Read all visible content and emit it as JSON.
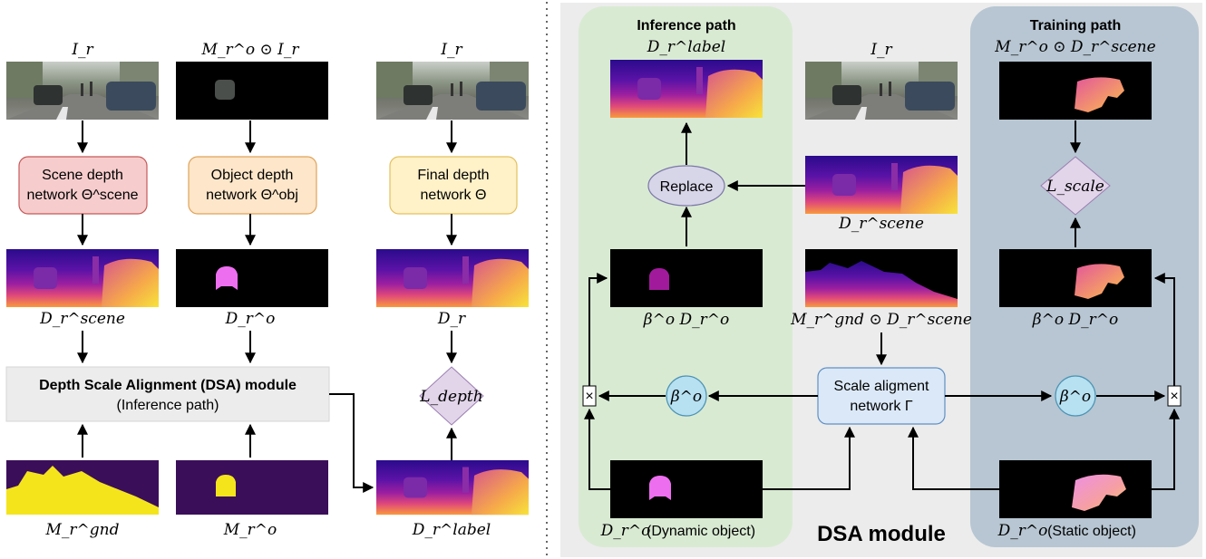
{
  "colors": {
    "scene_box": "#f6cccc",
    "obj_box": "#fde6c9",
    "final_box": "#fff1c8",
    "dsa_box_left": "#ececec",
    "loss_box": "#e2d5ea",
    "replace_box": "#d7d5e8",
    "beta_circle": "#b7e0f1",
    "scale_net_box": "#dbe8f7",
    "inference_panel": "#d9ead3",
    "training_panel": "#b7c6d2",
    "dsa_panel": "#ececec"
  },
  "left": {
    "col1": {
      "input_label": "I_r",
      "network_line1": "Scene depth",
      "network_line2": "network Θ^scene",
      "output_label": "D_r^scene",
      "bottom_label": "M_r^gnd"
    },
    "col2": {
      "input_label": "M_r^o ⊙ I_r",
      "network_line1": "Object depth",
      "network_line2": "network Θ^obj",
      "output_label": "D_r^o",
      "bottom_label": "M_r^o"
    },
    "col3": {
      "input_label": "I_r",
      "network_line1": "Final depth",
      "network_line2": "network Θ",
      "output_label": "D_r",
      "loss_label": "L_depth",
      "bottom_label": "D_r^label"
    },
    "dsa": {
      "title": "Depth Scale Alignment (DSA) module",
      "subtitle": "(Inference path)"
    }
  },
  "right": {
    "inference_title": "Inference path",
    "training_title": "Training path",
    "module_title": "DSA module",
    "inference": {
      "top_label": "D_r^label",
      "replace_label": "Replace",
      "mid_label": "β^o D_r^o",
      "beta_label": "β^o",
      "multiply_symbol": "×",
      "bottom_label_math": "D_r^o",
      "bottom_label_text": "(Dynamic object)"
    },
    "center": {
      "top_label": "I_r",
      "scene_label": "D_r^scene",
      "gnd_label": "M_r^gnd ⊙ D_r^scene",
      "scale_line1": "Scale aligment",
      "scale_line2": "network Γ"
    },
    "training": {
      "top_label": "M_r^o ⊙ D_r^scene",
      "loss_label": "L_scale",
      "mid_label": "β^o D_r^o",
      "beta_label": "β^o",
      "multiply_symbol": "×",
      "bottom_label_math": "D_r^o",
      "bottom_label_text": "(Static object)"
    }
  }
}
